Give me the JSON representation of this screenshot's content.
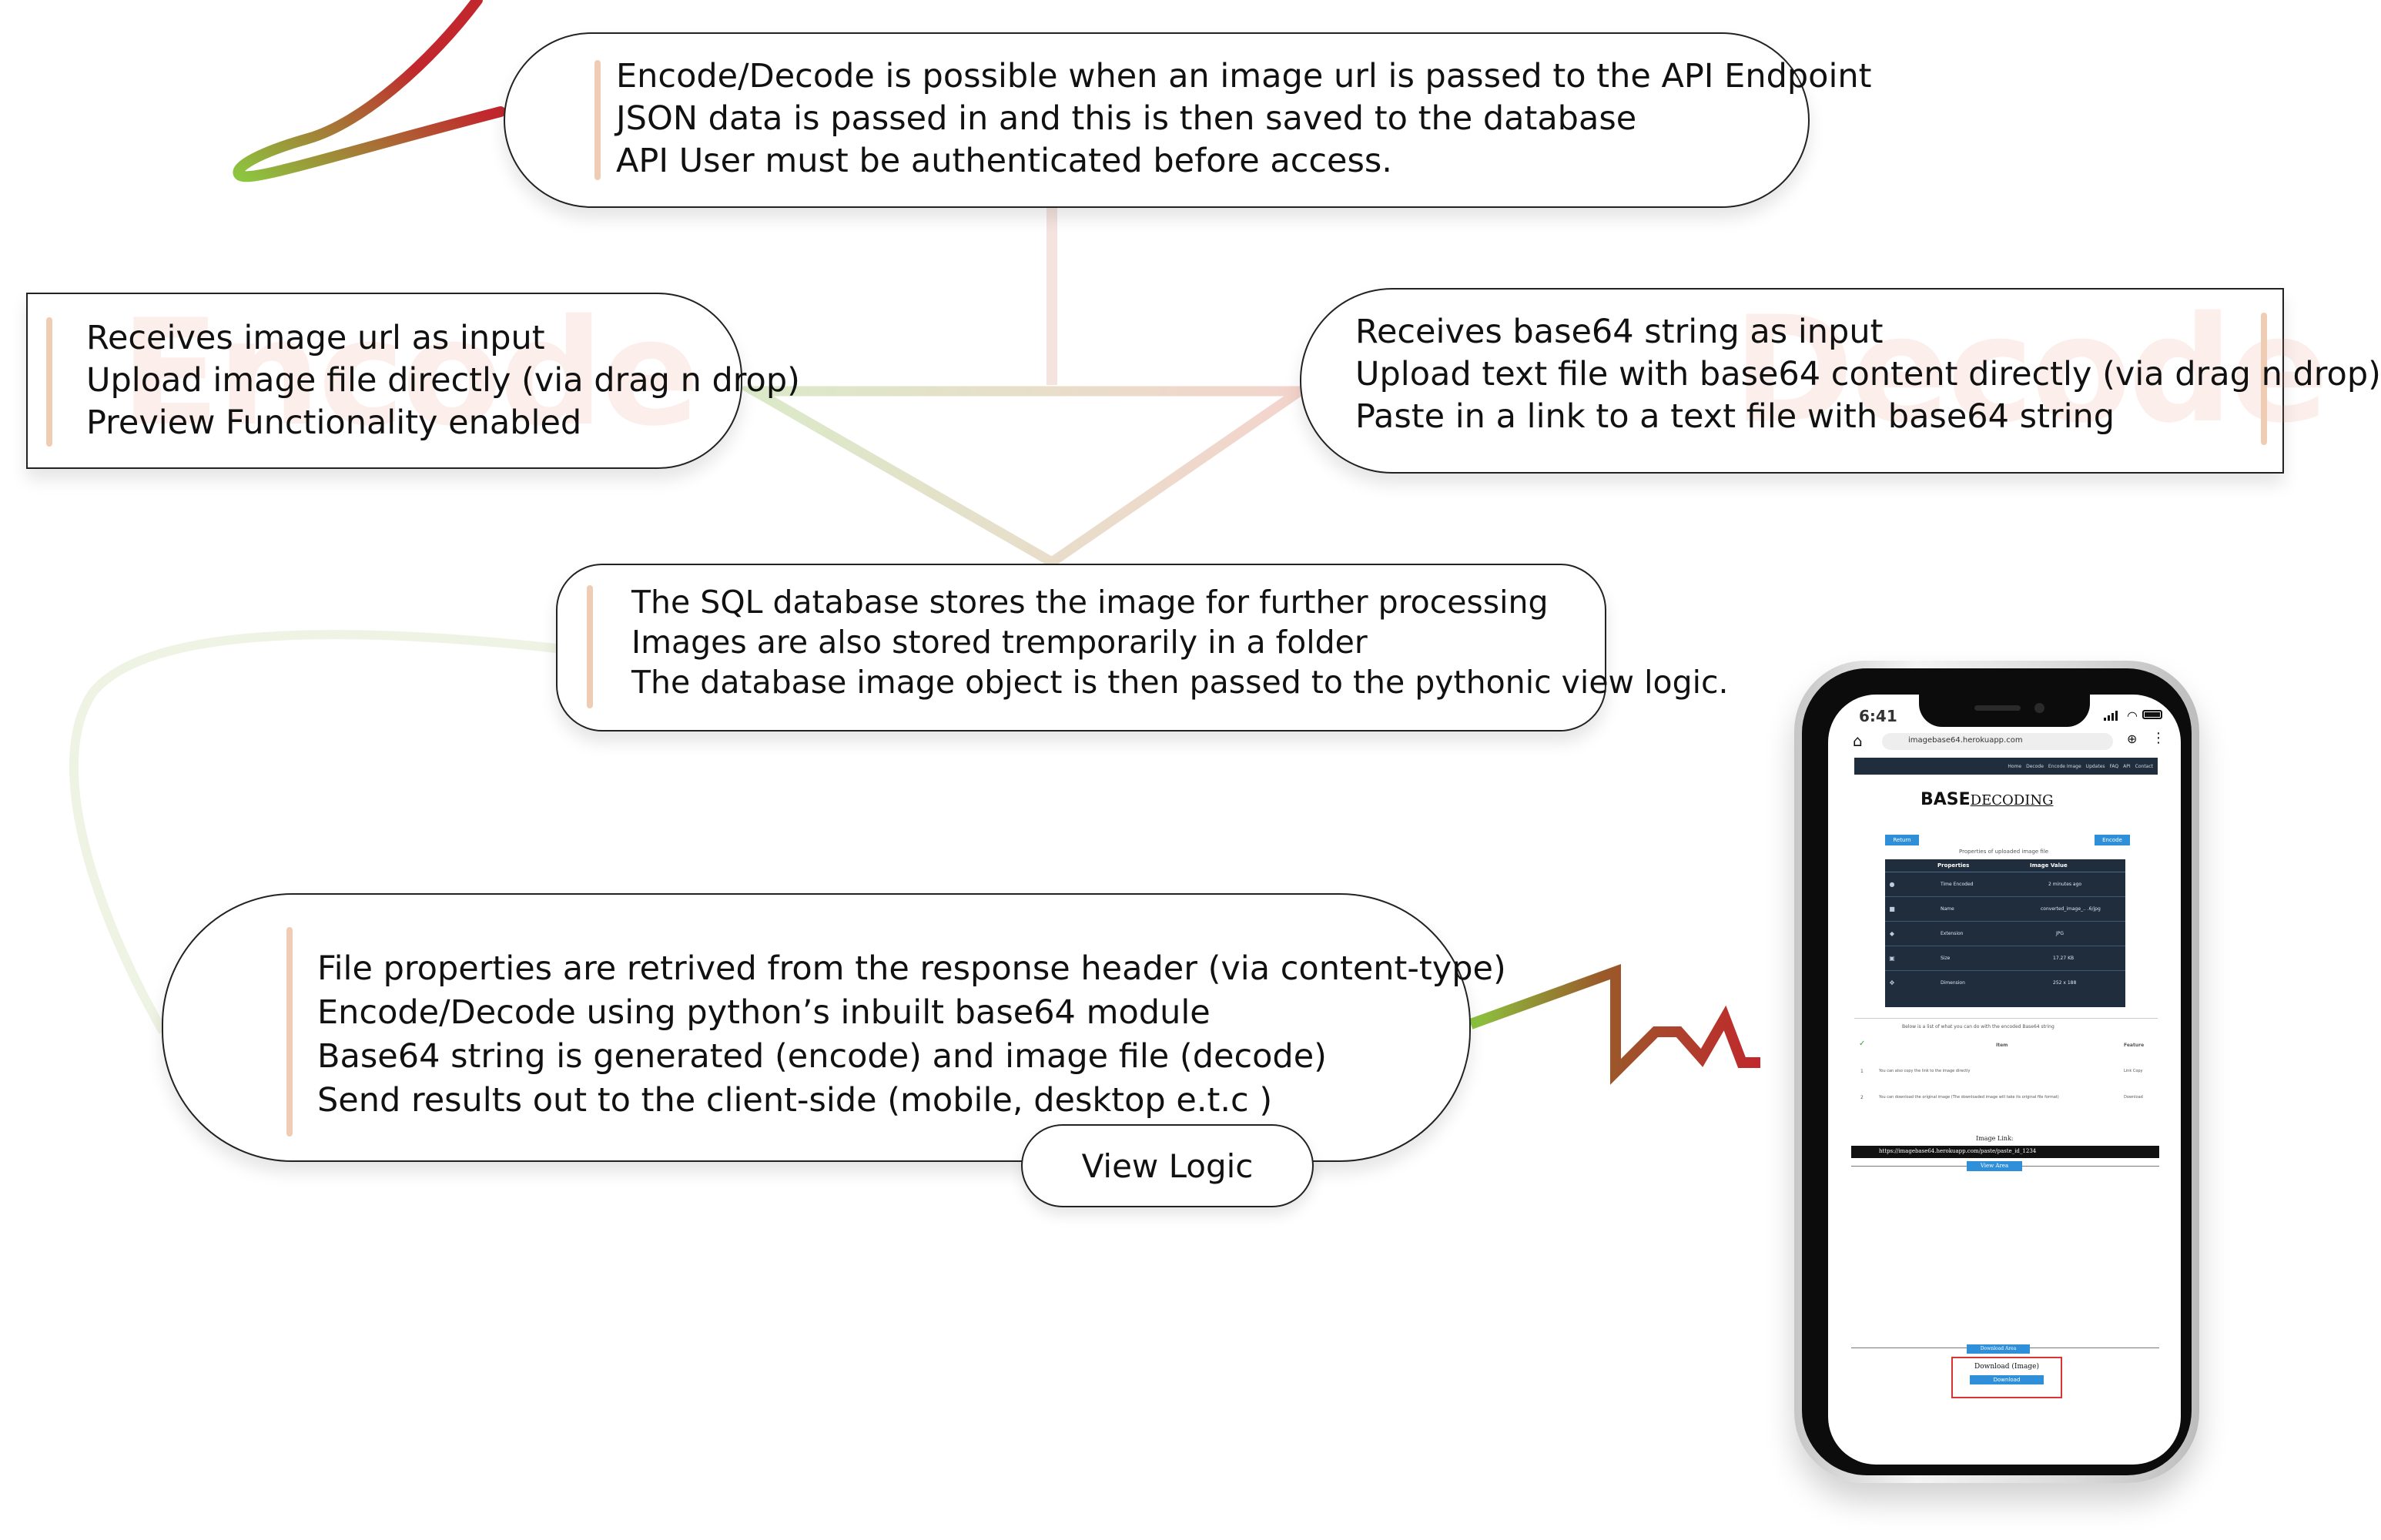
{
  "boxes": {
    "api": {
      "lines": [
        "Encode/Decode is possible when an image url is passed to the API Endpoint",
        "JSON data is passed in and this is then saved to the database",
        "API User must be authenticated before access."
      ]
    },
    "encode": {
      "lines": [
        "Receives image url as input",
        "Upload image file directly (via drag n drop)",
        "Preview Functionality enabled"
      ],
      "watermark": "Encode"
    },
    "decode": {
      "lines": [
        "Receives base64 string as input",
        "Upload text file with base64 content directly (via drag n drop)",
        "Paste in a link to a text file with base64 string"
      ],
      "watermark": "Decode"
    },
    "database": {
      "lines": [
        "The SQL database stores the image for further processing",
        "Images are also stored tremporarily in a folder",
        "The database image object is then passed to the pythonic view logic."
      ]
    },
    "logic": {
      "lines": [
        "File properties are retrived from the response header (via content-type)",
        "Encode/Decode using python’s inbuilt base64 module",
        "Base64 string is generated (encode) and image file (decode)",
        "Send results out to the client-side (mobile, desktop e.t.c )"
      ],
      "tab": "View Logic"
    }
  },
  "colors": {
    "connector_green": "#8cc63f",
    "connector_red": "#c1272d",
    "accent_bar": "#efcdb5",
    "phone_button": "#2f8fd8"
  },
  "phone": {
    "time": "6:41",
    "url": "imagebase64.herokuapp.com",
    "nav_items": [
      "Home",
      "Decode",
      "Encode Image",
      "Updates",
      "FAQ",
      "API",
      "Contact"
    ],
    "logo_bold": "BASE",
    "logo_light": "DECODING",
    "return_button": "Return",
    "encode_button": "Encode",
    "table_caption": "Properties of uploaded image file",
    "table_headers": [
      "Properties",
      "Image Value"
    ],
    "table_rows": [
      [
        "Time Encoded",
        "2 minutes ago"
      ],
      [
        "Name",
        "converted_image_.. .6/jpg"
      ],
      [
        "Extension",
        "JPG"
      ],
      [
        "Size",
        "17.27 KB"
      ],
      [
        "Dimension",
        "252 x 188"
      ]
    ],
    "list_caption": "Below is a list of what you can do with the encoded Base64 string",
    "list_headers": [
      "Item",
      "Feature"
    ],
    "list_rows": [
      [
        "1",
        "You can also copy the link to the image directly",
        "Link Copy"
      ],
      [
        "2",
        "You can download the original image (The downloaded image will take its original file format)",
        "Download"
      ]
    ],
    "image_link_label": "Image Link:",
    "image_link": "https://imagebase64.herokuapp.com/paste/paste_id_1234",
    "view_area": "View Area",
    "download_area": "Download Area",
    "download_label": "Download (Image)",
    "download_button": "Download"
  }
}
